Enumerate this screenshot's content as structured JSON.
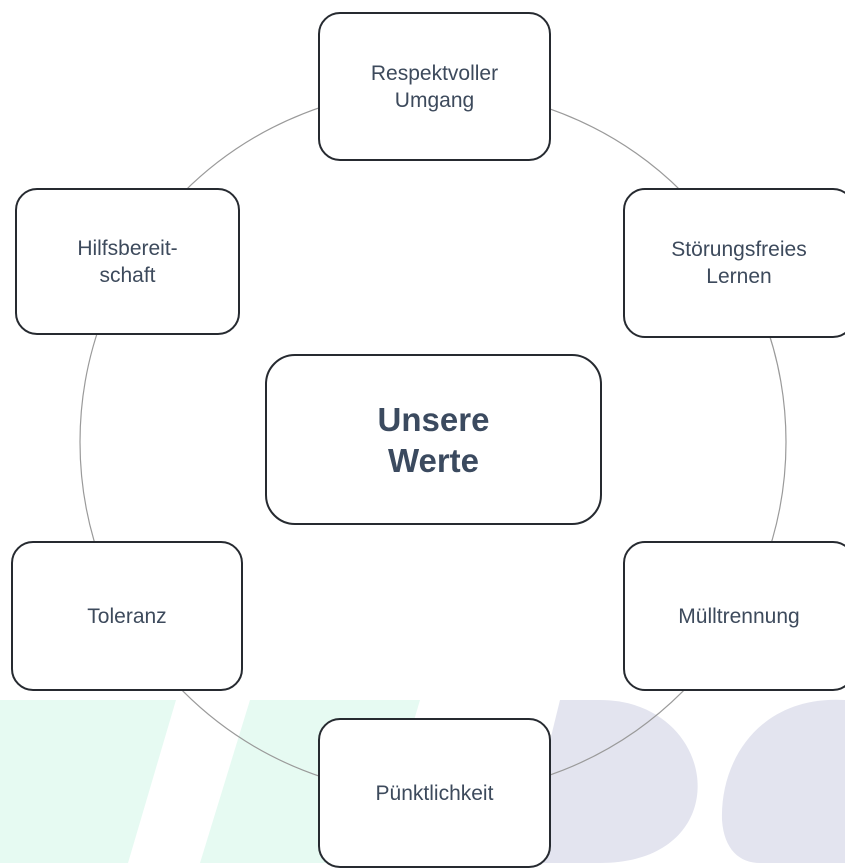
{
  "diagram": {
    "center_label": "Unsere\nWerte",
    "nodes": [
      {
        "label": "Respektvoller\nUmgang"
      },
      {
        "label": "Störungsfreies\nLernen"
      },
      {
        "label": "Mülltrennung"
      },
      {
        "label": "Pünktlichkeit"
      },
      {
        "label": "Toleranz"
      },
      {
        "label": "Hilfsbereit-\nschaft"
      }
    ]
  },
  "colors": {
    "box_border": "#262a30",
    "node_text": "#3d4a5c",
    "center_text": "#3b4a5f",
    "ring_line": "#9a9a9a",
    "watermark_green": "#e6faf2",
    "watermark_blue": "#e3e4ef"
  }
}
